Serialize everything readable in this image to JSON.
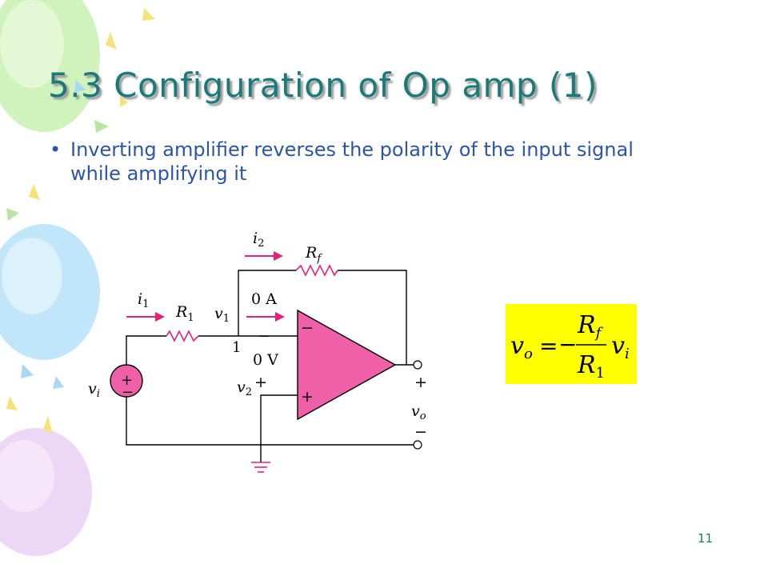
{
  "slide": {
    "title": "5.3 Configuration of Op amp (1)",
    "bullets": [
      "Inverting amplifier reverses the polarity of the input signal while amplifying it"
    ],
    "page_number": "11"
  },
  "circuit": {
    "labels": {
      "i2": "i",
      "i2_sub": "2",
      "rf": "R",
      "rf_sub": "f",
      "i1": "i",
      "i1_sub": "1",
      "r1": "R",
      "r1_sub": "1",
      "v1": "v",
      "v1_sub": "1",
      "zero_a": "0 A",
      "node1": "1",
      "zero_v": "0 V",
      "vi": "v",
      "vi_sub": "i",
      "v2": "v",
      "v2_sub": "2",
      "vo": "v",
      "vo_sub": "o",
      "plus": "+",
      "minus": "−"
    },
    "colors": {
      "opamp_fill": "#f060a8",
      "source_fill": "#f060a8",
      "arrow": "#e8207a",
      "wire": "#000000"
    }
  },
  "formula": {
    "lhs": "v",
    "lhs_sub": "o",
    "equals": "=",
    "minus": "−",
    "num": "R",
    "num_sub": "f",
    "den": "R",
    "den_sub": "1",
    "rhs": "v",
    "rhs_sub": "i",
    "bg": "#ffff00"
  }
}
